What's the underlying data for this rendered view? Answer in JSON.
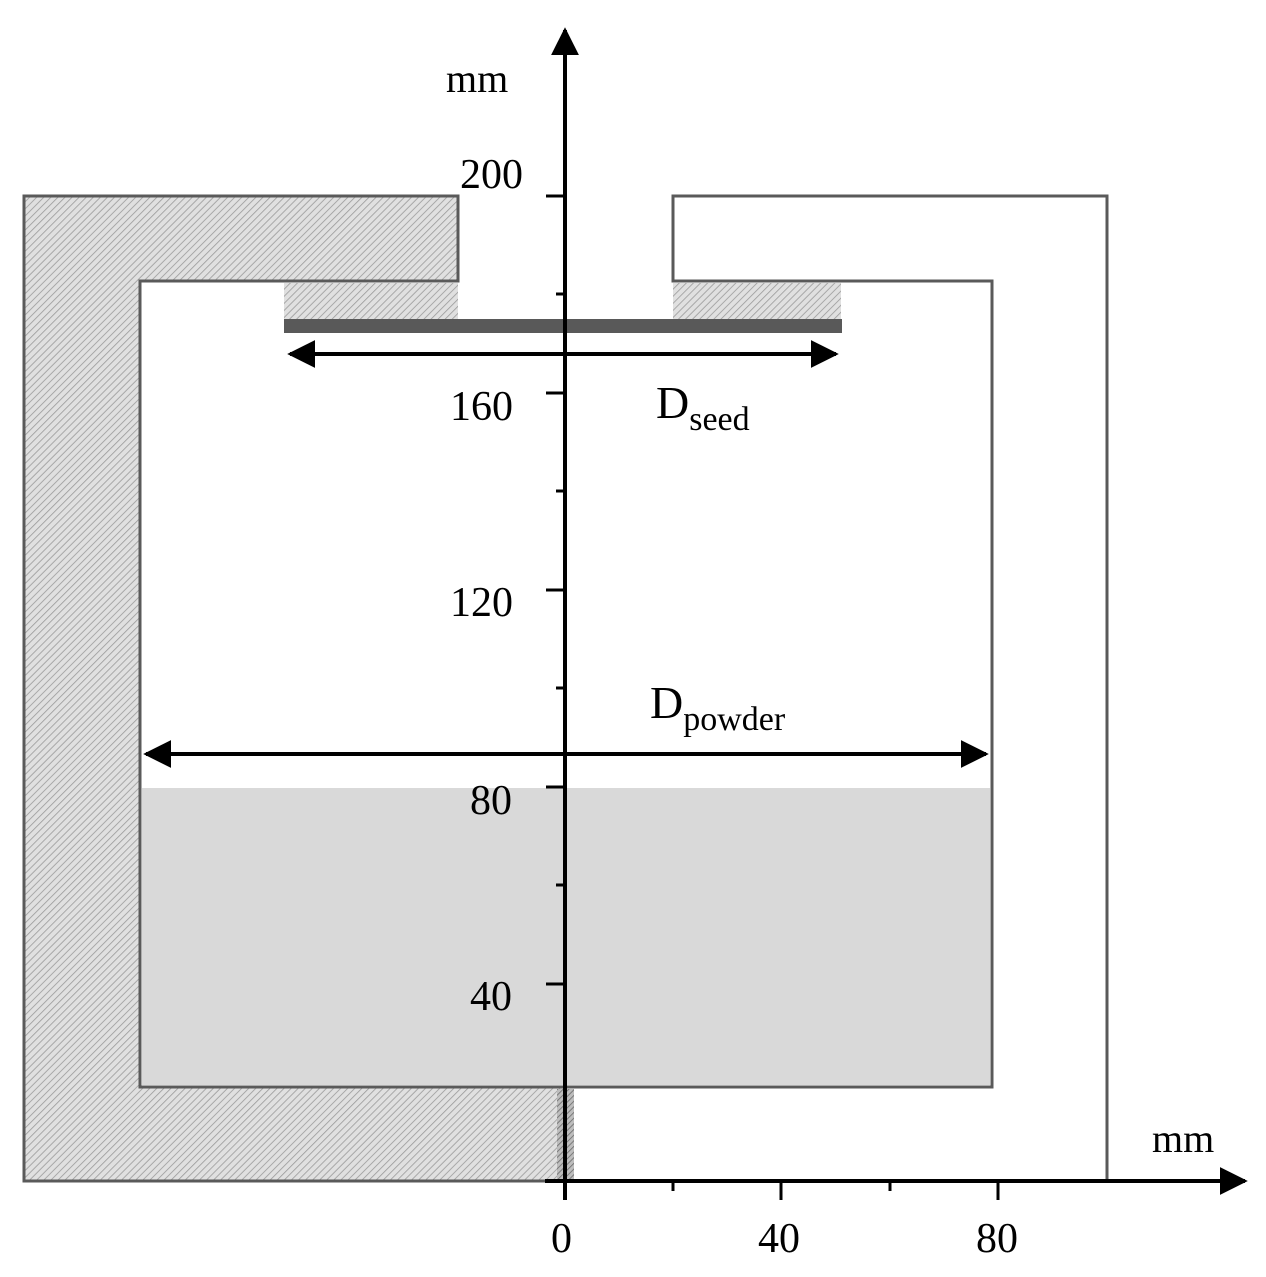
{
  "axes": {
    "y_unit": "mm",
    "x_unit": "mm",
    "y_ticks": [
      "200",
      "160",
      "120",
      "80",
      "40"
    ],
    "x_ticks": [
      "0",
      "40",
      "80"
    ]
  },
  "dimensions": {
    "seed": {
      "main": "D",
      "sub": "seed"
    },
    "powder": {
      "main": "D",
      "sub": "powder"
    }
  },
  "colors": {
    "crucible_fill_hatched": "#d9d9d9",
    "crucible_outline": "#5a5a5a",
    "powder_fill": "#d9d9d9",
    "seed_holder": "#595959",
    "axis": "#000000"
  }
}
